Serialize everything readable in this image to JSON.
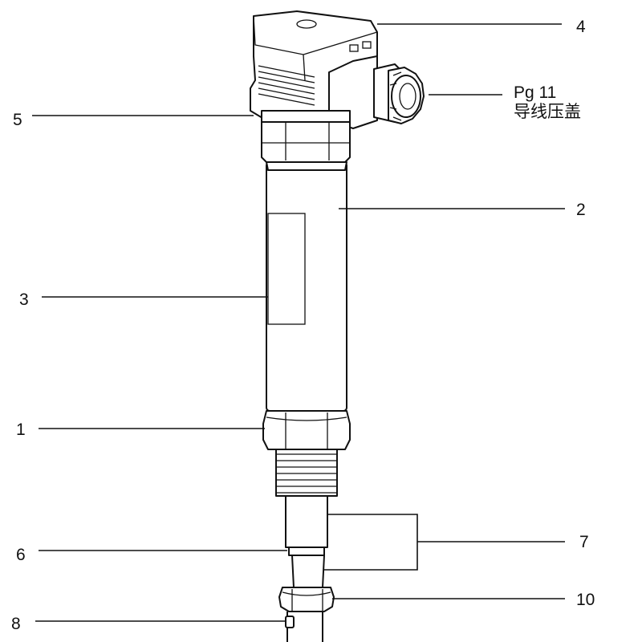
{
  "callouts": {
    "c1": "1",
    "c2": "2",
    "c3": "3",
    "c4": "4",
    "c5": "5",
    "c6": "6",
    "c7": "7",
    "c8": "8",
    "c10": "10"
  },
  "gland": {
    "line1": "Pg 11",
    "line2": "导线压盖"
  }
}
